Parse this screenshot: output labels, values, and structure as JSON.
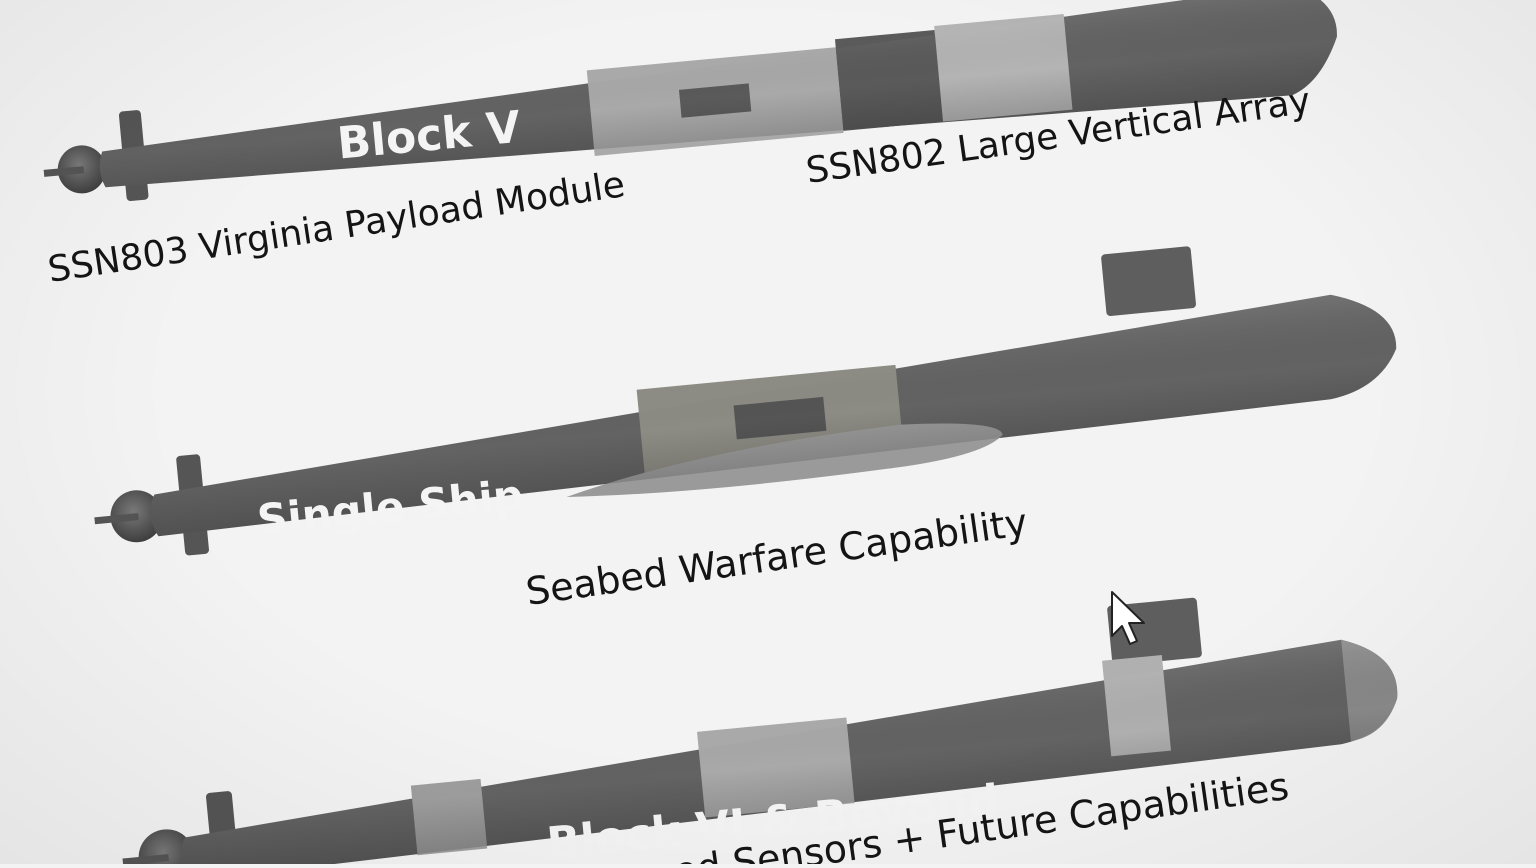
{
  "colors": {
    "hull": "#636363",
    "hull_light": "#a9a9a9",
    "hull_mid": "#8a8a8a",
    "hull_dark": "#4a4a4a",
    "pod": "#9a9a9a",
    "background": "#f3f3f3",
    "label": "#f4f4f4",
    "caption": "#141414"
  },
  "submarines": [
    {
      "hull_label": "Block V",
      "captions": [
        "SSN803 Virginia Payload Module",
        "SSN802 Large Vertical Array"
      ]
    },
    {
      "hull_label": "Single Ship",
      "captions": [
        "Seabed Warfare Capability"
      ]
    },
    {
      "hull_label": "Block VI & Beyond",
      "captions": [
        "...ed Sensors + Future Capabilities"
      ]
    }
  ],
  "cursor": {
    "icon": "mouse-pointer-icon"
  }
}
